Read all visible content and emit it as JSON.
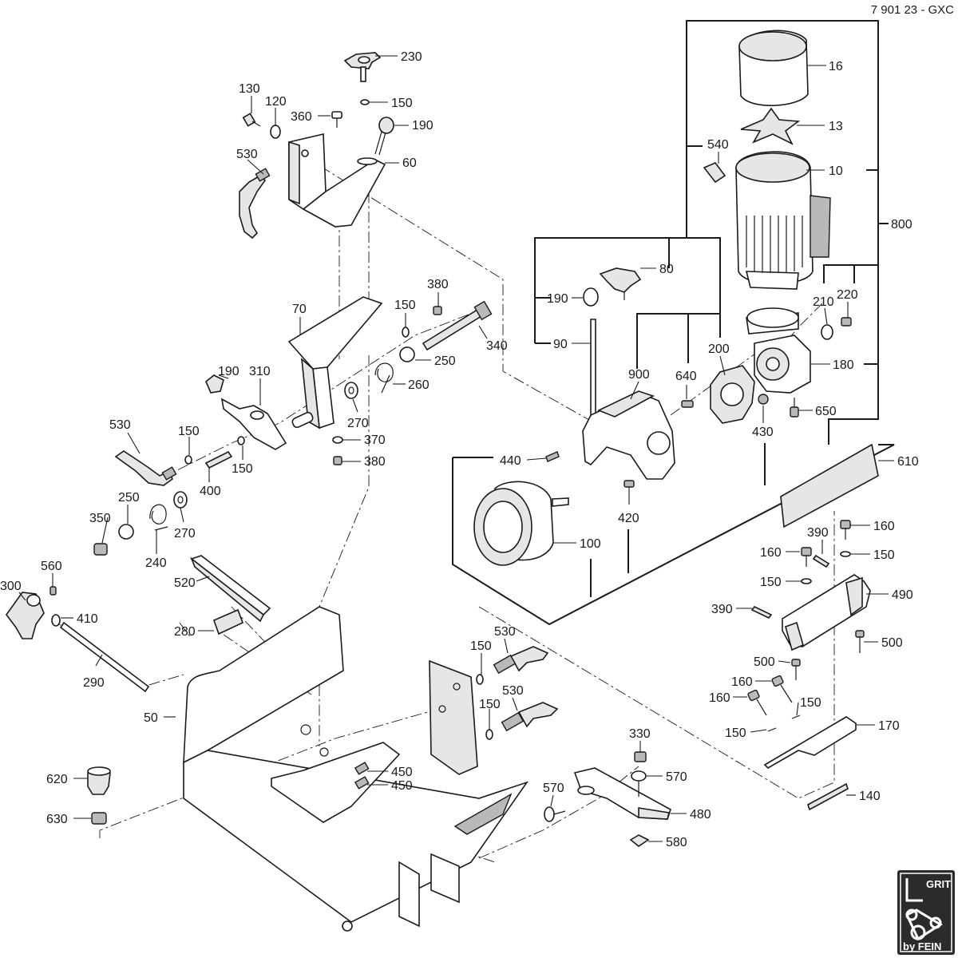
{
  "document_id": "7 901 23 - GXC",
  "logo": {
    "brand": "GRIT",
    "byline": "by FEIN",
    "icon": "belt-grinder-logo"
  },
  "callouts": [
    {
      "id": "c16",
      "label": "16"
    },
    {
      "id": "c13",
      "label": "13"
    },
    {
      "id": "c540",
      "label": "540"
    },
    {
      "id": "c10",
      "label": "10"
    },
    {
      "id": "c800",
      "label": "800"
    },
    {
      "id": "c220",
      "label": "220"
    },
    {
      "id": "c210",
      "label": "210"
    },
    {
      "id": "c180",
      "label": "180"
    },
    {
      "id": "c650",
      "label": "650"
    },
    {
      "id": "c200",
      "label": "200"
    },
    {
      "id": "c640",
      "label": "640"
    },
    {
      "id": "c430",
      "label": "430"
    },
    {
      "id": "c80",
      "label": "80"
    },
    {
      "id": "c190r",
      "label": "190"
    },
    {
      "id": "c90",
      "label": "90"
    },
    {
      "id": "c900",
      "label": "900"
    },
    {
      "id": "c440",
      "label": "440"
    },
    {
      "id": "c420",
      "label": "420"
    },
    {
      "id": "c100",
      "label": "100"
    },
    {
      "id": "c610",
      "label": "610"
    },
    {
      "id": "c160a",
      "label": "160"
    },
    {
      "id": "c390a",
      "label": "390"
    },
    {
      "id": "c160b",
      "label": "160"
    },
    {
      "id": "c150a",
      "label": "150"
    },
    {
      "id": "c150b",
      "label": "150"
    },
    {
      "id": "c490",
      "label": "490"
    },
    {
      "id": "c390b",
      "label": "390"
    },
    {
      "id": "c500a",
      "label": "500"
    },
    {
      "id": "c500b",
      "label": "500"
    },
    {
      "id": "c160c",
      "label": "160"
    },
    {
      "id": "c160d",
      "label": "160"
    },
    {
      "id": "c150c",
      "label": "150"
    },
    {
      "id": "c150d",
      "label": "150"
    },
    {
      "id": "c170",
      "label": "170"
    },
    {
      "id": "c140",
      "label": "140"
    },
    {
      "id": "c230",
      "label": "230"
    },
    {
      "id": "c150e",
      "label": "150"
    },
    {
      "id": "c130",
      "label": "130"
    },
    {
      "id": "c120",
      "label": "120"
    },
    {
      "id": "c360",
      "label": "360"
    },
    {
      "id": "c190a",
      "label": "190"
    },
    {
      "id": "c530a",
      "label": "530"
    },
    {
      "id": "c60",
      "label": "60"
    },
    {
      "id": "c70",
      "label": "70"
    },
    {
      "id": "c380a",
      "label": "380"
    },
    {
      "id": "c150f",
      "label": "150"
    },
    {
      "id": "c340",
      "label": "340"
    },
    {
      "id": "c250a",
      "label": "250"
    },
    {
      "id": "c260",
      "label": "260"
    },
    {
      "id": "c190b",
      "label": "190"
    },
    {
      "id": "c310",
      "label": "310"
    },
    {
      "id": "c270a",
      "label": "270"
    },
    {
      "id": "c370",
      "label": "370"
    },
    {
      "id": "c380b",
      "label": "380"
    },
    {
      "id": "c530b",
      "label": "530"
    },
    {
      "id": "c150g",
      "label": "150"
    },
    {
      "id": "c150h",
      "label": "150"
    },
    {
      "id": "c400",
      "label": "400"
    },
    {
      "id": "c250b",
      "label": "250"
    },
    {
      "id": "c350",
      "label": "350"
    },
    {
      "id": "c270b",
      "label": "270"
    },
    {
      "id": "c240",
      "label": "240"
    },
    {
      "id": "c520",
      "label": "520"
    },
    {
      "id": "c280",
      "label": "280"
    },
    {
      "id": "c560",
      "label": "560"
    },
    {
      "id": "c300",
      "label": "300"
    },
    {
      "id": "c410",
      "label": "410"
    },
    {
      "id": "c290",
      "label": "290"
    },
    {
      "id": "c50",
      "label": "50"
    },
    {
      "id": "c150i",
      "label": "150"
    },
    {
      "id": "c530c",
      "label": "530"
    },
    {
      "id": "c150j",
      "label": "150"
    },
    {
      "id": "c530d",
      "label": "530"
    },
    {
      "id": "c450a",
      "label": "450"
    },
    {
      "id": "c450b",
      "label": "450"
    },
    {
      "id": "c620",
      "label": "620"
    },
    {
      "id": "c630",
      "label": "630"
    },
    {
      "id": "c330",
      "label": "330"
    },
    {
      "id": "c570a",
      "label": "570"
    },
    {
      "id": "c570b",
      "label": "570"
    },
    {
      "id": "c480",
      "label": "480"
    },
    {
      "id": "c580",
      "label": "580"
    }
  ]
}
